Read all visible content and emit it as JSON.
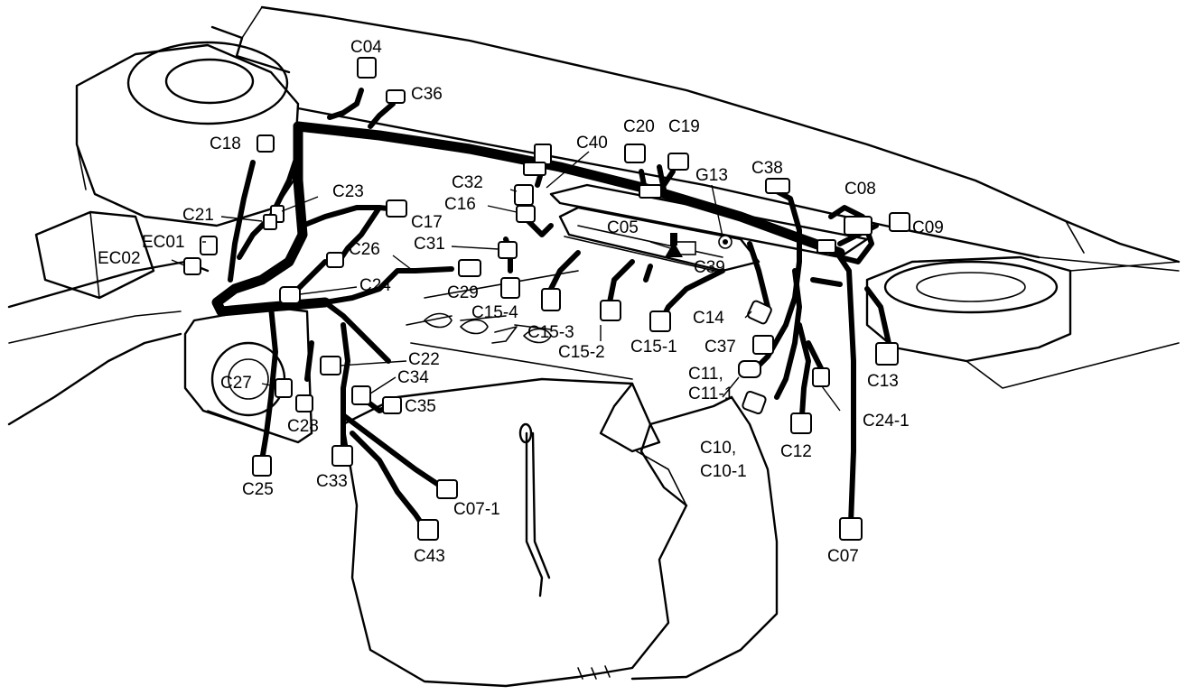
{
  "diagram": {
    "labels": {
      "C04": "C04",
      "C36": "C36",
      "C18": "C18",
      "C20": "C20",
      "C19": "C19",
      "C40": "C40",
      "G13": "G13",
      "C38": "C38",
      "C08": "C08",
      "C09": "C09",
      "C32": "C32",
      "C16": "C16",
      "C23": "C23",
      "C21": "C21",
      "C17": "C17",
      "EC01": "EC01",
      "EC02": "EC02",
      "C26": "C26",
      "C31": "C31",
      "C05": "C05",
      "C39": "C39",
      "C24": "C24",
      "C29": "C29",
      "C15_4": "C15-4",
      "C15_3": "C15-3",
      "C15_2": "C15-2",
      "C15_1": "C15-1",
      "C14": "C14",
      "C37": "C37",
      "C11": "C11,",
      "C11_1": "C11-1",
      "C10": "C10,",
      "C10_1": "C10-1",
      "C12": "C12",
      "C24_1": "C24-1",
      "C13": "C13",
      "C22": "C22",
      "C27": "C27",
      "C34": "C34",
      "C35": "C35",
      "C28": "C28",
      "C33": "C33",
      "C25": "C25",
      "C07_1": "C07-1",
      "C43": "C43",
      "C07": "C07"
    }
  }
}
